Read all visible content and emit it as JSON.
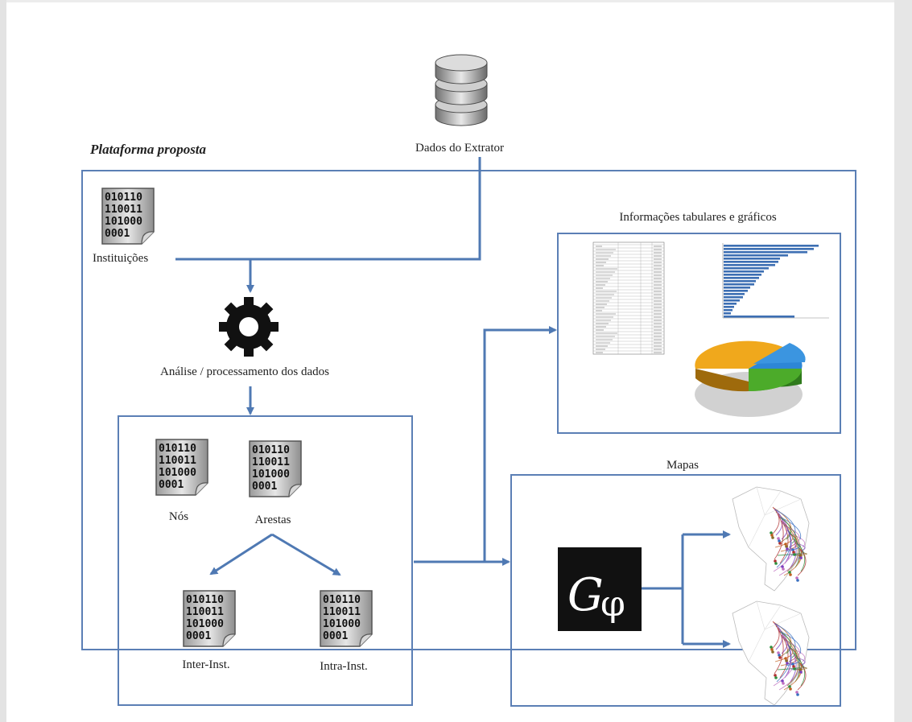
{
  "platform_title": "Plataforma proposta",
  "database": {
    "label": "Dados do Extrator",
    "icon": "database-icon"
  },
  "institutions": {
    "label": "Instituições",
    "icon": "binary-file-icon"
  },
  "processing": {
    "label": "Análise / processamento dos dados",
    "icon": "gear-icon"
  },
  "binary_text": [
    "010110",
    "110011",
    "101000",
    "0001"
  ],
  "outputs": {
    "nodes": {
      "label": "Nós"
    },
    "edges": {
      "label": "Arestas"
    },
    "inter": {
      "label": "Inter-Inst."
    },
    "intra": {
      "label": "Intra-Inst."
    }
  },
  "tabular": {
    "label": "Informações tabulares e gráficos"
  },
  "maps": {
    "label": "Mapas",
    "tool_logo": "gephi-logo"
  },
  "colors": {
    "frame": "#5b7fb5",
    "arrow": "#4f79b3",
    "bar": "#3d6fb3"
  }
}
